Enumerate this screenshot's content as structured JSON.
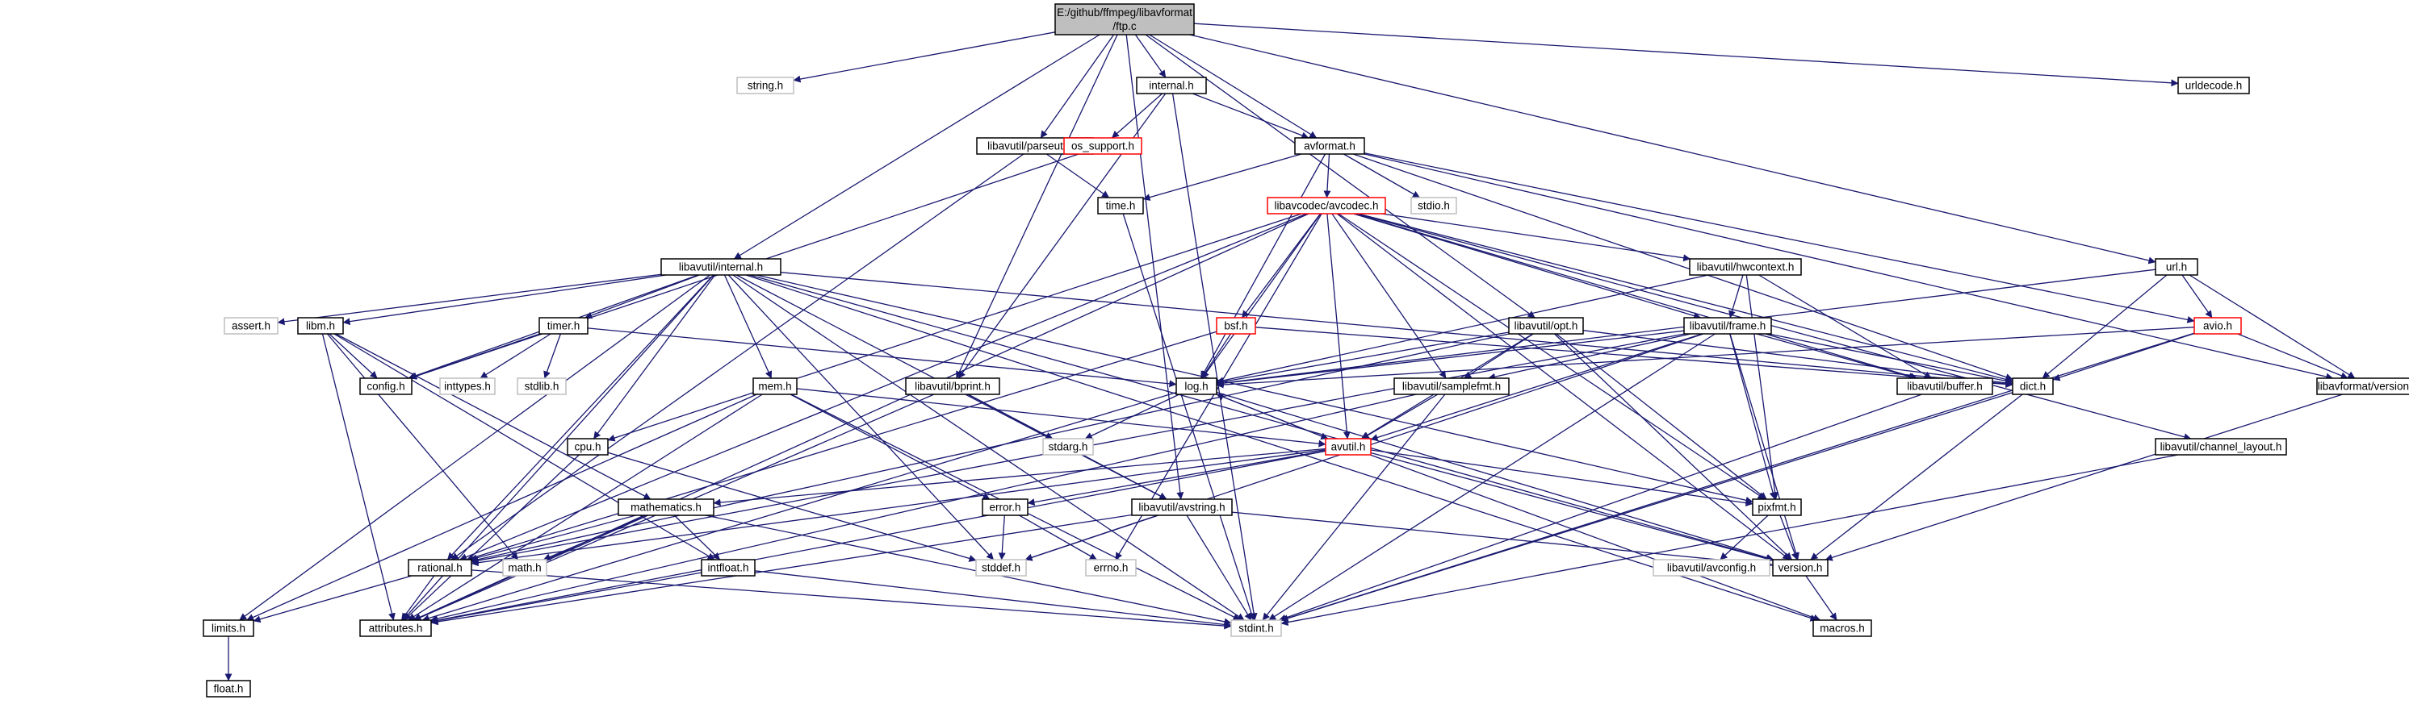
{
  "title": "E:/github/ffmpeg/libavformat/ftp.c",
  "colors": {
    "edge": "#191970",
    "node_border": "#000000",
    "external_border": "#bfbfbf",
    "incomplete_border": "#ff0000",
    "root_fill": "#bfbfbf"
  },
  "nodes": [
    {
      "id": "root",
      "lines": [
        "E:/github/ffmpeg/libavformat",
        "/ftp.c"
      ],
      "style": "root"
    },
    {
      "id": "string_h",
      "lines": [
        "string.h"
      ],
      "style": "ext"
    },
    {
      "id": "internal_h",
      "lines": [
        "internal.h"
      ],
      "style": "normal"
    },
    {
      "id": "urldecode_h",
      "lines": [
        "urldecode.h"
      ],
      "style": "normal"
    },
    {
      "id": "parseutils_h",
      "lines": [
        "libavutil/parseutils.h"
      ],
      "style": "normal"
    },
    {
      "id": "os_support_h",
      "lines": [
        "os_support.h"
      ],
      "style": "red"
    },
    {
      "id": "avformat_h",
      "lines": [
        "avformat.h"
      ],
      "style": "normal"
    },
    {
      "id": "time_h",
      "lines": [
        "time.h"
      ],
      "style": "normal"
    },
    {
      "id": "stdio_h",
      "lines": [
        "stdio.h"
      ],
      "style": "ext"
    },
    {
      "id": "avcodec_h",
      "lines": [
        "libavcodec/avcodec.h"
      ],
      "style": "red"
    },
    {
      "id": "lu_internal_h",
      "lines": [
        "libavutil/internal.h"
      ],
      "style": "normal"
    },
    {
      "id": "hwcontext_h",
      "lines": [
        "libavutil/hwcontext.h"
      ],
      "style": "normal"
    },
    {
      "id": "url_h",
      "lines": [
        "url.h"
      ],
      "style": "normal"
    },
    {
      "id": "assert_h",
      "lines": [
        "assert.h"
      ],
      "style": "ext"
    },
    {
      "id": "libm_h",
      "lines": [
        "libm.h"
      ],
      "style": "normal"
    },
    {
      "id": "timer_h",
      "lines": [
        "timer.h"
      ],
      "style": "normal"
    },
    {
      "id": "bsf_h",
      "lines": [
        "bsf.h"
      ],
      "style": "red"
    },
    {
      "id": "opt_h",
      "lines": [
        "libavutil/opt.h"
      ],
      "style": "normal"
    },
    {
      "id": "frame_h",
      "lines": [
        "libavutil/frame.h"
      ],
      "style": "normal"
    },
    {
      "id": "avio_h",
      "lines": [
        "avio.h"
      ],
      "style": "red"
    },
    {
      "id": "config_h",
      "lines": [
        "config.h"
      ],
      "style": "normal"
    },
    {
      "id": "inttypes_h",
      "lines": [
        "inttypes.h"
      ],
      "style": "ext"
    },
    {
      "id": "stdlib_h",
      "lines": [
        "stdlib.h"
      ],
      "style": "ext"
    },
    {
      "id": "bprint_h",
      "lines": [
        "libavutil/bprint.h"
      ],
      "style": "normal"
    },
    {
      "id": "mem_h",
      "lines": [
        "mem.h"
      ],
      "style": "normal"
    },
    {
      "id": "log_h",
      "lines": [
        "log.h"
      ],
      "style": "normal"
    },
    {
      "id": "samplefmt_h",
      "lines": [
        "libavutil/samplefmt.h"
      ],
      "style": "normal"
    },
    {
      "id": "buffer_h",
      "lines": [
        "libavutil/buffer.h"
      ],
      "style": "normal"
    },
    {
      "id": "dict_h",
      "lines": [
        "dict.h"
      ],
      "style": "normal"
    },
    {
      "id": "version_lf_h",
      "lines": [
        "libavformat/version.h"
      ],
      "style": "normal"
    },
    {
      "id": "cpu_h",
      "lines": [
        "cpu.h"
      ],
      "style": "normal"
    },
    {
      "id": "stdarg_h",
      "lines": [
        "stdarg.h"
      ],
      "style": "ext"
    },
    {
      "id": "avutil_h",
      "lines": [
        "avutil.h"
      ],
      "style": "red"
    },
    {
      "id": "channel_layout_h",
      "lines": [
        "libavutil/channel_layout.h"
      ],
      "style": "normal"
    },
    {
      "id": "mathematics_h",
      "lines": [
        "mathematics.h"
      ],
      "style": "normal"
    },
    {
      "id": "error_h",
      "lines": [
        "error.h"
      ],
      "style": "normal"
    },
    {
      "id": "avstring_h",
      "lines": [
        "libavutil/avstring.h"
      ],
      "style": "normal"
    },
    {
      "id": "pixfmt_h",
      "lines": [
        "pixfmt.h"
      ],
      "style": "normal"
    },
    {
      "id": "rational_h",
      "lines": [
        "rational.h"
      ],
      "style": "normal"
    },
    {
      "id": "math_h",
      "lines": [
        "math.h"
      ],
      "style": "ext"
    },
    {
      "id": "intfloat_h",
      "lines": [
        "intfloat.h"
      ],
      "style": "normal"
    },
    {
      "id": "stddef_h",
      "lines": [
        "stddef.h"
      ],
      "style": "ext"
    },
    {
      "id": "errno_h",
      "lines": [
        "errno.h"
      ],
      "style": "ext"
    },
    {
      "id": "avconfig_h",
      "lines": [
        "libavutil/avconfig.h"
      ],
      "style": "ext"
    },
    {
      "id": "version_h",
      "lines": [
        "version.h"
      ],
      "style": "normal"
    },
    {
      "id": "limits_h",
      "lines": [
        "limits.h"
      ],
      "style": "normal"
    },
    {
      "id": "attributes_h",
      "lines": [
        "attributes.h"
      ],
      "style": "normal"
    },
    {
      "id": "stdint_h",
      "lines": [
        "stdint.h"
      ],
      "style": "ext"
    },
    {
      "id": "macros_h",
      "lines": [
        "macros.h"
      ],
      "style": "normal"
    },
    {
      "id": "float_h",
      "lines": [
        "float.h"
      ],
      "style": "normal"
    }
  ],
  "edges": [
    [
      "root",
      "string_h"
    ],
    [
      "root",
      "internal_h"
    ],
    [
      "root",
      "urldecode_h"
    ],
    [
      "root",
      "parseutils_h"
    ],
    [
      "root",
      "avformat_h"
    ],
    [
      "root",
      "lu_internal_h"
    ],
    [
      "root",
      "opt_h"
    ],
    [
      "root",
      "bprint_h"
    ],
    [
      "root",
      "url_h"
    ],
    [
      "root",
      "avstring_h"
    ],
    [
      "internal_h",
      "os_support_h"
    ],
    [
      "internal_h",
      "avformat_h"
    ],
    [
      "internal_h",
      "bprint_h"
    ],
    [
      "internal_h",
      "stdint_h"
    ],
    [
      "parseutils_h",
      "time_h"
    ],
    [
      "parseutils_h",
      "rational_h"
    ],
    [
      "os_support_h",
      "config_h"
    ],
    [
      "avformat_h",
      "time_h"
    ],
    [
      "avformat_h",
      "stdio_h"
    ],
    [
      "avformat_h",
      "avcodec_h"
    ],
    [
      "avformat_h",
      "avio_h"
    ],
    [
      "avformat_h",
      "version_lf_h"
    ],
    [
      "avformat_h",
      "log_h"
    ],
    [
      "avformat_h",
      "dict_h"
    ],
    [
      "time_h",
      "stdint_h"
    ],
    [
      "avcodec_h",
      "errno_h"
    ],
    [
      "avcodec_h",
      "samplefmt_h"
    ],
    [
      "avcodec_h",
      "attributes_h"
    ],
    [
      "avcodec_h",
      "avutil_h"
    ],
    [
      "avcodec_h",
      "buffer_h"
    ],
    [
      "avcodec_h",
      "cpu_h"
    ],
    [
      "avcodec_h",
      "channel_layout_h"
    ],
    [
      "avcodec_h",
      "dict_h"
    ],
    [
      "avcodec_h",
      "frame_h"
    ],
    [
      "avcodec_h",
      "log_h"
    ],
    [
      "avcodec_h",
      "pixfmt_h"
    ],
    [
      "avcodec_h",
      "rational_h"
    ],
    [
      "avcodec_h",
      "version_h"
    ],
    [
      "avcodec_h",
      "hwcontext_h"
    ],
    [
      "avcodec_h",
      "bsf_h"
    ],
    [
      "lu_internal_h",
      "limits_h"
    ],
    [
      "lu_internal_h",
      "stdint_h"
    ],
    [
      "lu_internal_h",
      "stddef_h"
    ],
    [
      "lu_internal_h",
      "assert_h"
    ],
    [
      "lu_internal_h",
      "config_h"
    ],
    [
      "lu_internal_h",
      "attributes_h"
    ],
    [
      "lu_internal_h",
      "timer_h"
    ],
    [
      "lu_internal_h",
      "cpu_h"
    ],
    [
      "lu_internal_h",
      "dict_h"
    ],
    [
      "lu_internal_h",
      "pixfmt_h"
    ],
    [
      "lu_internal_h",
      "version_h"
    ],
    [
      "lu_internal_h",
      "libm_h"
    ],
    [
      "lu_internal_h",
      "mem_h"
    ],
    [
      "lu_internal_h",
      "macros_h"
    ],
    [
      "lu_internal_h",
      "rational_h"
    ],
    [
      "lu_internal_h",
      "avstring_h"
    ],
    [
      "hwcontext_h",
      "buffer_h"
    ],
    [
      "hwcontext_h",
      "frame_h"
    ],
    [
      "hwcontext_h",
      "log_h"
    ],
    [
      "hwcontext_h",
      "pixfmt_h"
    ],
    [
      "url_h",
      "avio_h"
    ],
    [
      "url_h",
      "version_lf_h"
    ],
    [
      "url_h",
      "dict_h"
    ],
    [
      "url_h",
      "log_h"
    ],
    [
      "libm_h",
      "math_h"
    ],
    [
      "libm_h",
      "config_h"
    ],
    [
      "libm_h",
      "attributes_h"
    ],
    [
      "libm_h",
      "intfloat_h"
    ],
    [
      "libm_h",
      "mathematics_h"
    ],
    [
      "timer_h",
      "config_h"
    ],
    [
      "timer_h",
      "inttypes_h"
    ],
    [
      "timer_h",
      "stdlib_h"
    ],
    [
      "timer_h",
      "log_h"
    ],
    [
      "bsf_h",
      "log_h"
    ],
    [
      "bsf_h",
      "dict_h"
    ],
    [
      "bsf_h",
      "rational_h"
    ],
    [
      "opt_h",
      "rational_h"
    ],
    [
      "opt_h",
      "avutil_h"
    ],
    [
      "opt_h",
      "dict_h"
    ],
    [
      "opt_h",
      "log_h"
    ],
    [
      "opt_h",
      "pixfmt_h"
    ],
    [
      "opt_h",
      "samplefmt_h"
    ],
    [
      "opt_h",
      "version_h"
    ],
    [
      "frame_h",
      "stddef_h"
    ],
    [
      "frame_h",
      "stdint_h"
    ],
    [
      "frame_h",
      "avutil_h"
    ],
    [
      "frame_h",
      "buffer_h"
    ],
    [
      "frame_h",
      "dict_h"
    ],
    [
      "frame_h",
      "rational_h"
    ],
    [
      "frame_h",
      "samplefmt_h"
    ],
    [
      "frame_h",
      "pixfmt_h"
    ],
    [
      "frame_h",
      "version_h"
    ],
    [
      "frame_h",
      "log_h"
    ],
    [
      "avio_h",
      "stdint_h"
    ],
    [
      "avio_h",
      "dict_h"
    ],
    [
      "avio_h",
      "log_h"
    ],
    [
      "avio_h",
      "version_lf_h"
    ],
    [
      "bprint_h",
      "stdarg_h"
    ],
    [
      "bprint_h",
      "attributes_h"
    ],
    [
      "bprint_h",
      "avstring_h"
    ],
    [
      "mem_h",
      "limits_h"
    ],
    [
      "mem_h",
      "stdint_h"
    ],
    [
      "mem_h",
      "attributes_h"
    ],
    [
      "mem_h",
      "error_h"
    ],
    [
      "mem_h",
      "avutil_h"
    ],
    [
      "log_h",
      "stdarg_h"
    ],
    [
      "log_h",
      "avutil_h"
    ],
    [
      "log_h",
      "attributes_h"
    ],
    [
      "log_h",
      "version_h"
    ],
    [
      "samplefmt_h",
      "avutil_h"
    ],
    [
      "samplefmt_h",
      "attributes_h"
    ],
    [
      "samplefmt_h",
      "stdint_h"
    ],
    [
      "buffer_h",
      "stdint_h"
    ],
    [
      "dict_h",
      "stdint_h"
    ],
    [
      "dict_h",
      "version_h"
    ],
    [
      "version_lf_h",
      "version_h"
    ],
    [
      "cpu_h",
      "attributes_h"
    ],
    [
      "cpu_h",
      "stddef_h"
    ],
    [
      "avutil_h",
      "attributes_h"
    ],
    [
      "avutil_h",
      "error_h"
    ],
    [
      "avutil_h",
      "macros_h"
    ],
    [
      "avutil_h",
      "mathematics_h"
    ],
    [
      "avutil_h",
      "rational_h"
    ],
    [
      "avutil_h",
      "log_h"
    ],
    [
      "avutil_h",
      "pixfmt_h"
    ],
    [
      "avutil_h",
      "version_h"
    ],
    [
      "channel_layout_h",
      "stdint_h"
    ],
    [
      "mathematics_h",
      "stdint_h"
    ],
    [
      "mathematics_h",
      "math_h"
    ],
    [
      "mathematics_h",
      "attributes_h"
    ],
    [
      "mathematics_h",
      "rational_h"
    ],
    [
      "mathematics_h",
      "intfloat_h"
    ],
    [
      "error_h",
      "errno_h"
    ],
    [
      "error_h",
      "stddef_h"
    ],
    [
      "avstring_h",
      "stddef_h"
    ],
    [
      "avstring_h",
      "stdint_h"
    ],
    [
      "avstring_h",
      "attributes_h"
    ],
    [
      "avstring_h",
      "version_h"
    ],
    [
      "pixfmt_h",
      "avconfig_h"
    ],
    [
      "pixfmt_h",
      "version_h"
    ],
    [
      "rational_h",
      "stdint_h"
    ],
    [
      "rational_h",
      "limits_h"
    ],
    [
      "rational_h",
      "attributes_h"
    ],
    [
      "intfloat_h",
      "stdint_h"
    ],
    [
      "intfloat_h",
      "attributes_h"
    ],
    [
      "version_h",
      "macros_h"
    ],
    [
      "limits_h",
      "float_h"
    ]
  ]
}
